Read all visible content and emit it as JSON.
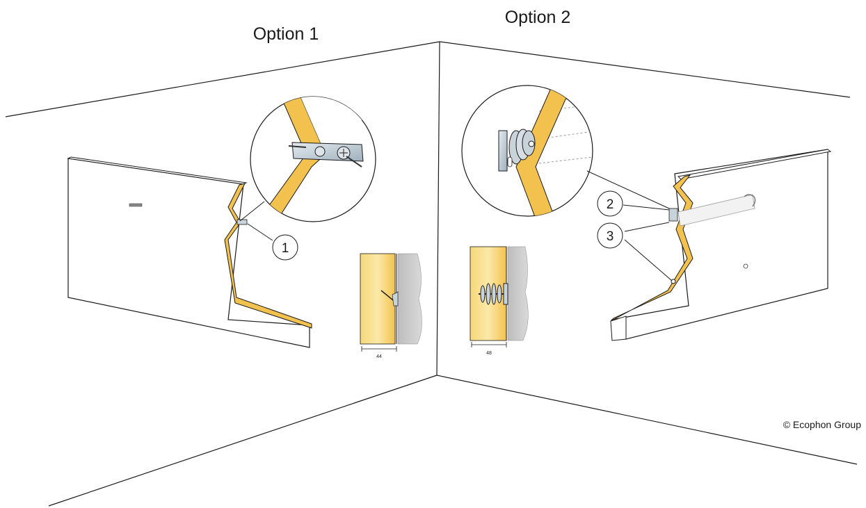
{
  "options": [
    {
      "label": "Option 1"
    },
    {
      "label": "Option 2"
    }
  ],
  "callouts": [
    {
      "number": "1"
    },
    {
      "number": "2"
    },
    {
      "number": "3"
    }
  ],
  "dimensions": [
    {
      "value": "44"
    },
    {
      "value": "48"
    }
  ],
  "copyright": "© Ecophon Group",
  "colors": {
    "panel_edge": "#f3c24e",
    "panel_face": "#fbe9a8",
    "wall_grey": "#cfcfcf",
    "line": "#1a1a1a",
    "bracket": "#b9c6d0"
  }
}
